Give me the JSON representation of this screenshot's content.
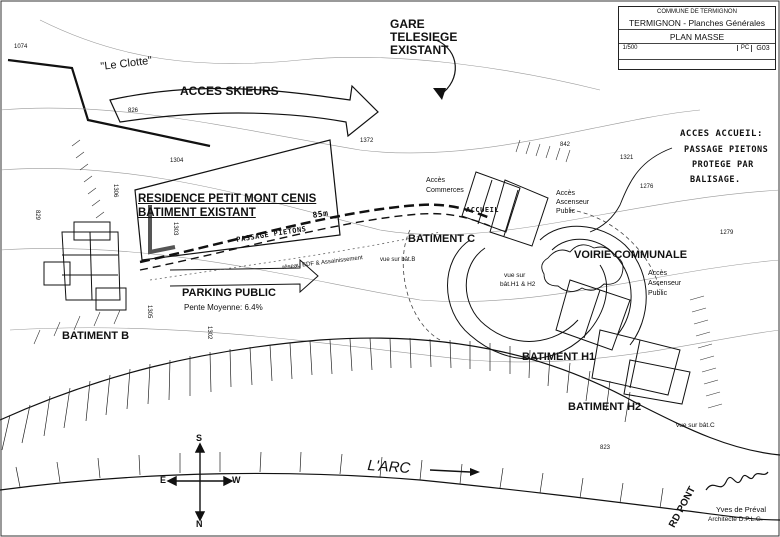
{
  "title_block": {
    "commune": "COMMUNE DE TERMIGNON",
    "project": "TERMIGNON - Planches Générales",
    "sheet_title": "PLAN MASSE",
    "scale": "1/500",
    "sheet_code": "G03",
    "phase": "PC"
  },
  "labels": {
    "le_clotte": "\"Le Clotte\"",
    "acces_skieurs": "ACCES SKIEURS",
    "gare_telesiege": [
      "GARE",
      "TELESIEGE",
      "EXISTANT"
    ],
    "residence": [
      "RESIDENCE PETIT MONT CENIS",
      "BATIMENT EXISTANT"
    ],
    "passage_pietons": "PASSAGE PIETONS",
    "passage_length": "85m",
    "batiment_c": "BATIMENT C",
    "reseau": "réseau EDF & Assainissement",
    "vue_bat_b": "vue sur bât.B",
    "parking_public": "PARKING PUBLIC",
    "pente": "Pente Moyenne: 6.4%",
    "batiment_b": "BATIMENT B",
    "acces_commerces": [
      "Accès",
      "Commerces"
    ],
    "accueil": "ACCUEIL",
    "acces_ascenseur": [
      "Accès",
      "Ascenseur",
      "Public"
    ],
    "acces_accueil_note": [
      "ACCES ACCUEIL:",
      "PASSAGE PIETONS",
      "PROTEGE PAR",
      "BALISAGE."
    ],
    "voirie_communale": "VOIRIE COMMUNALE",
    "vue_bat_h": [
      "vue sur",
      "bât.H1 & H2"
    ],
    "acces_ascenseur_2": [
      "Accès",
      "Ascenseur",
      "Public"
    ],
    "batiment_h1": "BATIMENT H1",
    "batiment_h2": "BATIMENT H2",
    "vue_bat_c": "vue sur bât.C",
    "river": "L'ARC",
    "compass": {
      "n": "N",
      "s": "S",
      "e": "E",
      "w": "W"
    },
    "architect": [
      "Yves de Préval",
      "Architecte D.P.L.G."
    ],
    "road": "RD PONT",
    "parcels": [
      "1074",
      "826",
      "1304",
      "1306",
      "829",
      "1303",
      "1305",
      "1302",
      "1372",
      "842",
      "1321",
      "1276",
      "1279",
      "823"
    ]
  }
}
